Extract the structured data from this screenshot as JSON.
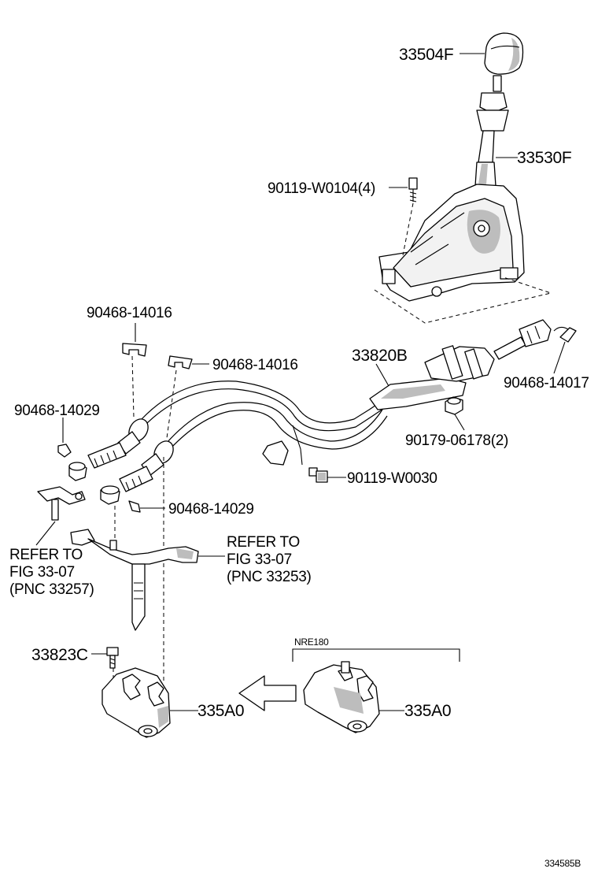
{
  "labels": {
    "knob": "33504F",
    "lever": "33530F",
    "lever_bolt": "90119-W0104(4)",
    "clip_top_left": "90468-14016",
    "clip_top_right": "90468-14016",
    "cable_assy": "33820B",
    "clip_right": "90468-14017",
    "clip_left_upper": "90468-14029",
    "nut": "90179-06178(2)",
    "bolt_mid": "90119-W0030",
    "clip_left_lower": "90468-14029",
    "refer_left_1": "REFER TO",
    "refer_left_2": "FIG 33-07",
    "refer_left_3": "(PNC 33257)",
    "refer_right_1": "REFER TO",
    "refer_right_2": "FIG 33-07",
    "refer_right_3": "(PNC 33253)",
    "bracket_bolt": "33823C",
    "bracket_left": "335A0",
    "bracket_right": "335A0",
    "variant": "NRE180",
    "figure_code": "334585B"
  }
}
